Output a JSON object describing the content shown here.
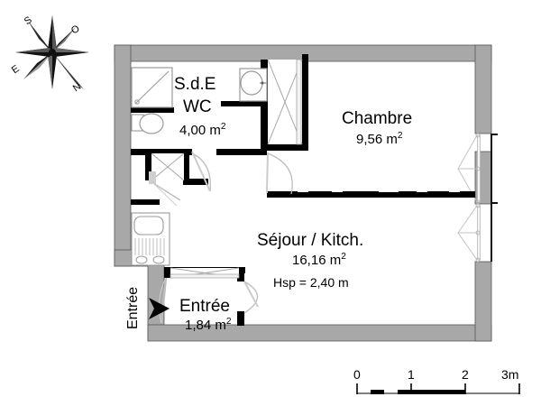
{
  "plan": {
    "background_color": "#ffffff",
    "outer_wall_color": "#a8a8a8",
    "inner_wall_color": "#000000",
    "fixture_line_color": "#b8b8b8",
    "rooms": [
      {
        "id": "sde-wc",
        "name_line1": "S.d.E",
        "name_line2": "WC",
        "area": "4,00 m",
        "area_exp": "2"
      },
      {
        "id": "chambre",
        "name_line1": "Chambre",
        "area": "9,56 m",
        "area_exp": "2"
      },
      {
        "id": "sejour-kitchen",
        "name_line1": "Séjour / Kitch.",
        "area": "16,16 m",
        "area_exp": "2",
        "hsp": "Hsp = 2,40 m"
      },
      {
        "id": "entree",
        "name_line1": "Entrée",
        "area": "1,84 m",
        "area_exp": "2"
      }
    ],
    "entry_marker": {
      "label": "Entrée",
      "arrow": "arrow-right-icon"
    },
    "compass": {
      "icon": "compass-rose-icon",
      "letters": {
        "top_left": "S",
        "top_right": "O",
        "left": "E",
        "bottom_right": "N"
      }
    },
    "scale_bar": {
      "ticks": [
        "0",
        "1",
        "2"
      ],
      "end_label": "3m"
    }
  }
}
